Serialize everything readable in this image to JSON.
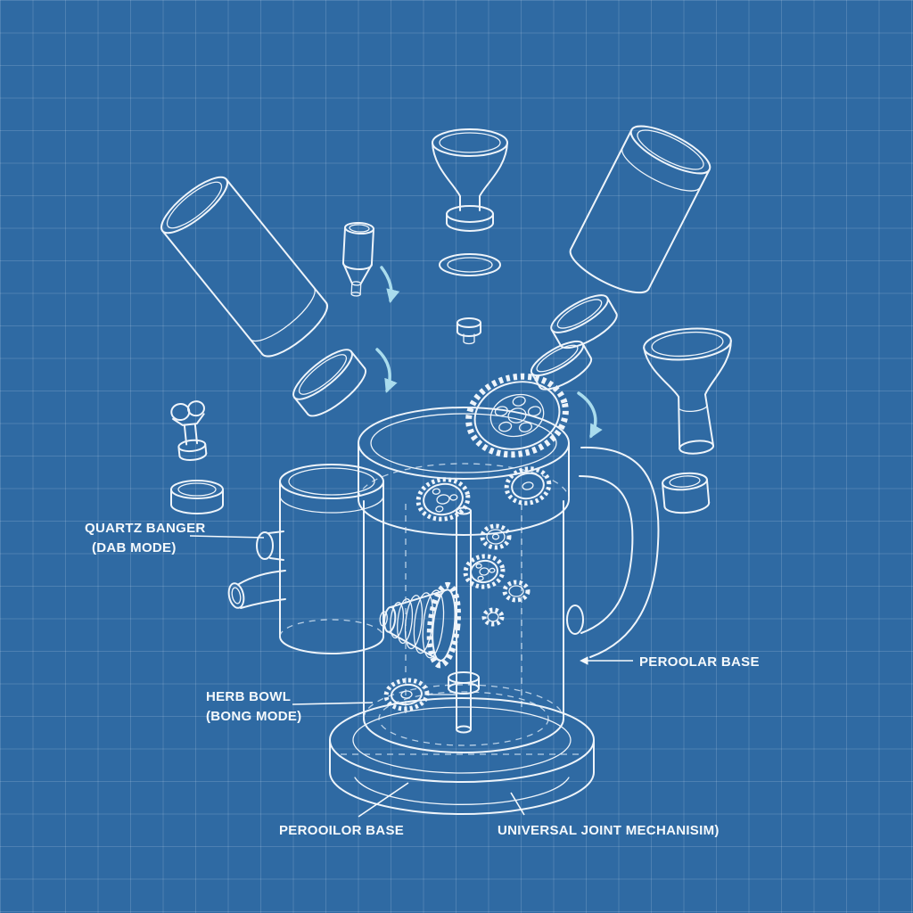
{
  "palette": {
    "background": "#2f6aa3",
    "grid_line": "#5c8cbc",
    "ink": "#eef4fa",
    "arrow_accent": "#a9dced",
    "label_text": "#f5f9fc"
  },
  "labels": {
    "quartz_banger": {
      "line1": "QUARTZ BANGER",
      "line2": "(DAB MODE)"
    },
    "herb_bowl": {
      "line1": "HERB BOWL",
      "line2": "(BONG MODE)"
    },
    "peroolar_base": "PEROOLAR BASE",
    "perooilor_base": "PEROOILOR BASE",
    "universal_joint": "UNIVERSAL JOINT MECHANISIM)"
  }
}
